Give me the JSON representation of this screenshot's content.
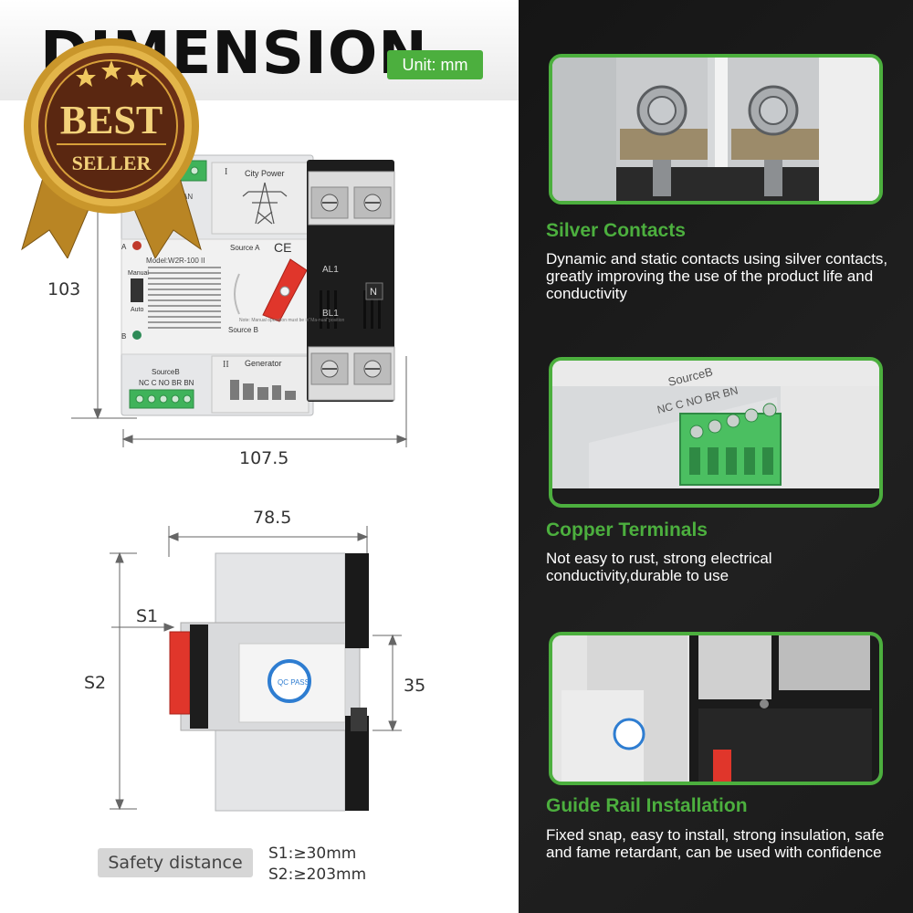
{
  "header": {
    "title": "DIMENSION",
    "unit_badge": "Unit: mm"
  },
  "badge": {
    "line1": "BEST",
    "line2": "SELLER"
  },
  "front_view": {
    "height_label": "103",
    "width_label": "107.5",
    "device": {
      "source_a_label": "City Power",
      "source_a_numeral": "I",
      "model": "Model:W2R-100 II",
      "source_a": "Source A",
      "source_b": "Source B",
      "ce_mark": "CE",
      "manual": "Manual",
      "auto": "Auto",
      "indicator_a": "A",
      "indicator_b": "B",
      "phase_a": "AL1",
      "phase_b": "BL1",
      "neutral": "N",
      "generator_numeral": "II",
      "generator_label": "Generator",
      "terminal_label": "SourceB",
      "terminal_pins": "NC C NO BR BN",
      "top_terminal_tag": "AN",
      "note_text": "Note: Manual operation must be in\"Ma-nual\"position"
    }
  },
  "side_view": {
    "width_label": "78.5",
    "s1_label": "S1",
    "s2_label": "S2",
    "depth_label": "35",
    "qc_sticker": "QC PASS"
  },
  "safety": {
    "label": "Safety distance",
    "s1": "S1:≥30mm",
    "s2": "S2:≥203mm"
  },
  "features": [
    {
      "title": "Silver Contacts",
      "description": "Dynamic and static contacts using silver contacts, greatly improving the use of the product life and conductivity"
    },
    {
      "title": "Copper Terminals",
      "description": "Not easy to rust, strong electrical conductivity,durable to use",
      "photo_label": "SourceB",
      "photo_pins": "NC C NO BR BN"
    },
    {
      "title": "Guide Rail Installation",
      "description": "Fixed snap, easy to install, strong insulation, safe and fame retardant, can be used with confidence"
    }
  ],
  "colors": {
    "accent_green": "#4caf3e",
    "handle_red": "#e0362b",
    "terminal_green": "#3fb35a",
    "gold": "#c9962b",
    "panel_dark": "#181818"
  }
}
